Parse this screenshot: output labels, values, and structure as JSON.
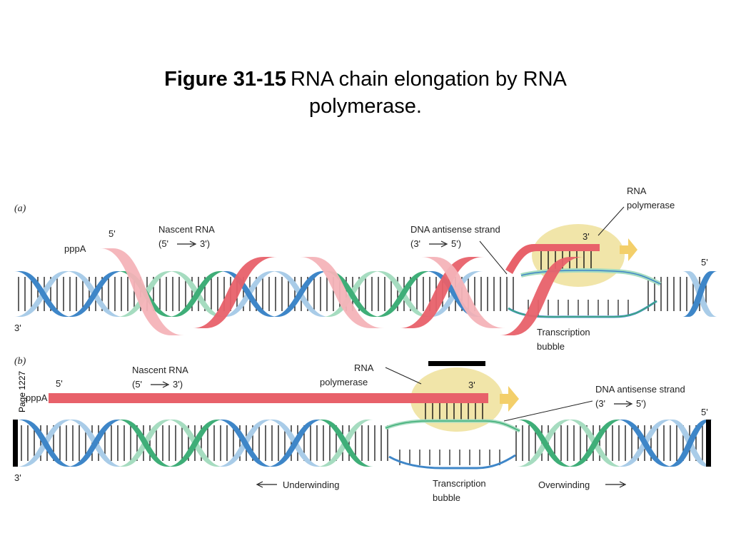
{
  "title": {
    "figure_label": "Figure 31-15",
    "line1": "RNA chain elongation by RNA",
    "line2": "polymerase."
  },
  "page_label": "Page 1227",
  "colors": {
    "strand_blue": "#3e86c8",
    "strand_light_blue": "#a9cce8",
    "strand_green": "#3fae78",
    "strand_light_green": "#a6dcc0",
    "rna_red": "#e8616a",
    "rna_pink": "#f4b3b8",
    "polymerase_yellow": "#efe2a0",
    "polymerase_arrow": "#f3cf6a"
  },
  "panel_a": {
    "label": "(a)",
    "five_prime_rna": "5'",
    "pppa": "pppA",
    "nascent_rna": "Nascent RNA",
    "nascent_dir": "(5'",
    "nascent_dir_end": "3')",
    "antisense": "DNA antisense strand",
    "antisense_dir": "(3'",
    "antisense_dir_end": "5')",
    "rna_pol_line1": "RNA",
    "rna_pol_line2": "polymerase",
    "three_prime_rna": "3'",
    "five_prime_right": "5'",
    "three_prime_left": "3'",
    "bubble_line1": "Transcription",
    "bubble_line2": "bubble"
  },
  "panel_b": {
    "label": "(b)",
    "five_prime_rna": "5'",
    "pppa": "pppA",
    "nascent_rna": "Nascent RNA",
    "nascent_dir": "(5'",
    "nascent_dir_end": "3')",
    "rna_pol_line1": "RNA",
    "rna_pol_line2": "polymerase",
    "three_prime_rna": "3'",
    "antisense": "DNA antisense strand",
    "antisense_dir": "(3'",
    "antisense_dir_end": "5')",
    "five_prime_right": "5'",
    "three_prime_left": "3'",
    "underwinding": "Underwinding",
    "overwinding": "Overwinding",
    "bubble_line1": "Transcription",
    "bubble_line2": "bubble"
  }
}
